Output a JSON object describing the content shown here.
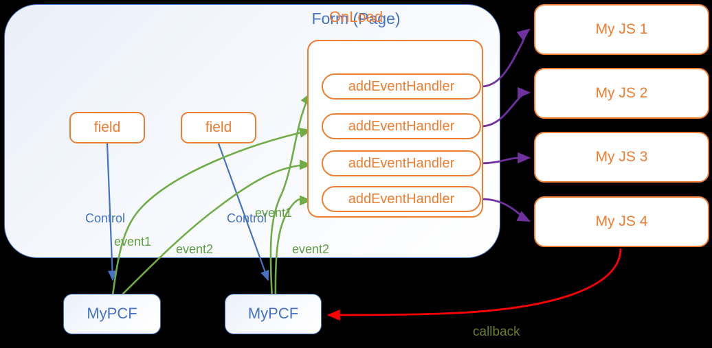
{
  "diagram": {
    "title_visible": "Form (Page)",
    "background_color": "#000000"
  },
  "form": {
    "label": "Form (Page)",
    "border_color": "#4472C4",
    "text_color": "#4472C4"
  },
  "fields": [
    {
      "label": "field"
    },
    {
      "label": "field"
    }
  ],
  "onload": {
    "label": "OnLoad",
    "border_color": "#ED7D31",
    "text_color": "#ED7D31",
    "handlers": [
      {
        "label": "addEventHandler"
      },
      {
        "label": "addEventHandler"
      },
      {
        "label": "addEventHandler"
      },
      {
        "label": "addEventHandler"
      }
    ]
  },
  "js_modules": [
    {
      "label": "My JS 1"
    },
    {
      "label": "My JS 2"
    },
    {
      "label": "My JS 3"
    },
    {
      "label": "My JS 4"
    }
  ],
  "pcf_controls": [
    {
      "label": "MyPCF"
    },
    {
      "label": "MyPCF"
    }
  ],
  "edge_labels": {
    "control_1": "Control",
    "control_2": "Control",
    "event1_a": "event1",
    "event1_b": "event1",
    "event2_a": "event2",
    "event2_b": "event2",
    "callback": "callback"
  },
  "colors": {
    "form_blue": "#4472C4",
    "orange": "#ED7D31",
    "green_arrow": "#70AD47",
    "purple_arrow": "#7030A0",
    "red_arrow": "#FF0000",
    "label_green": "#5E9E41",
    "label_olive": "#6E7F2B"
  }
}
